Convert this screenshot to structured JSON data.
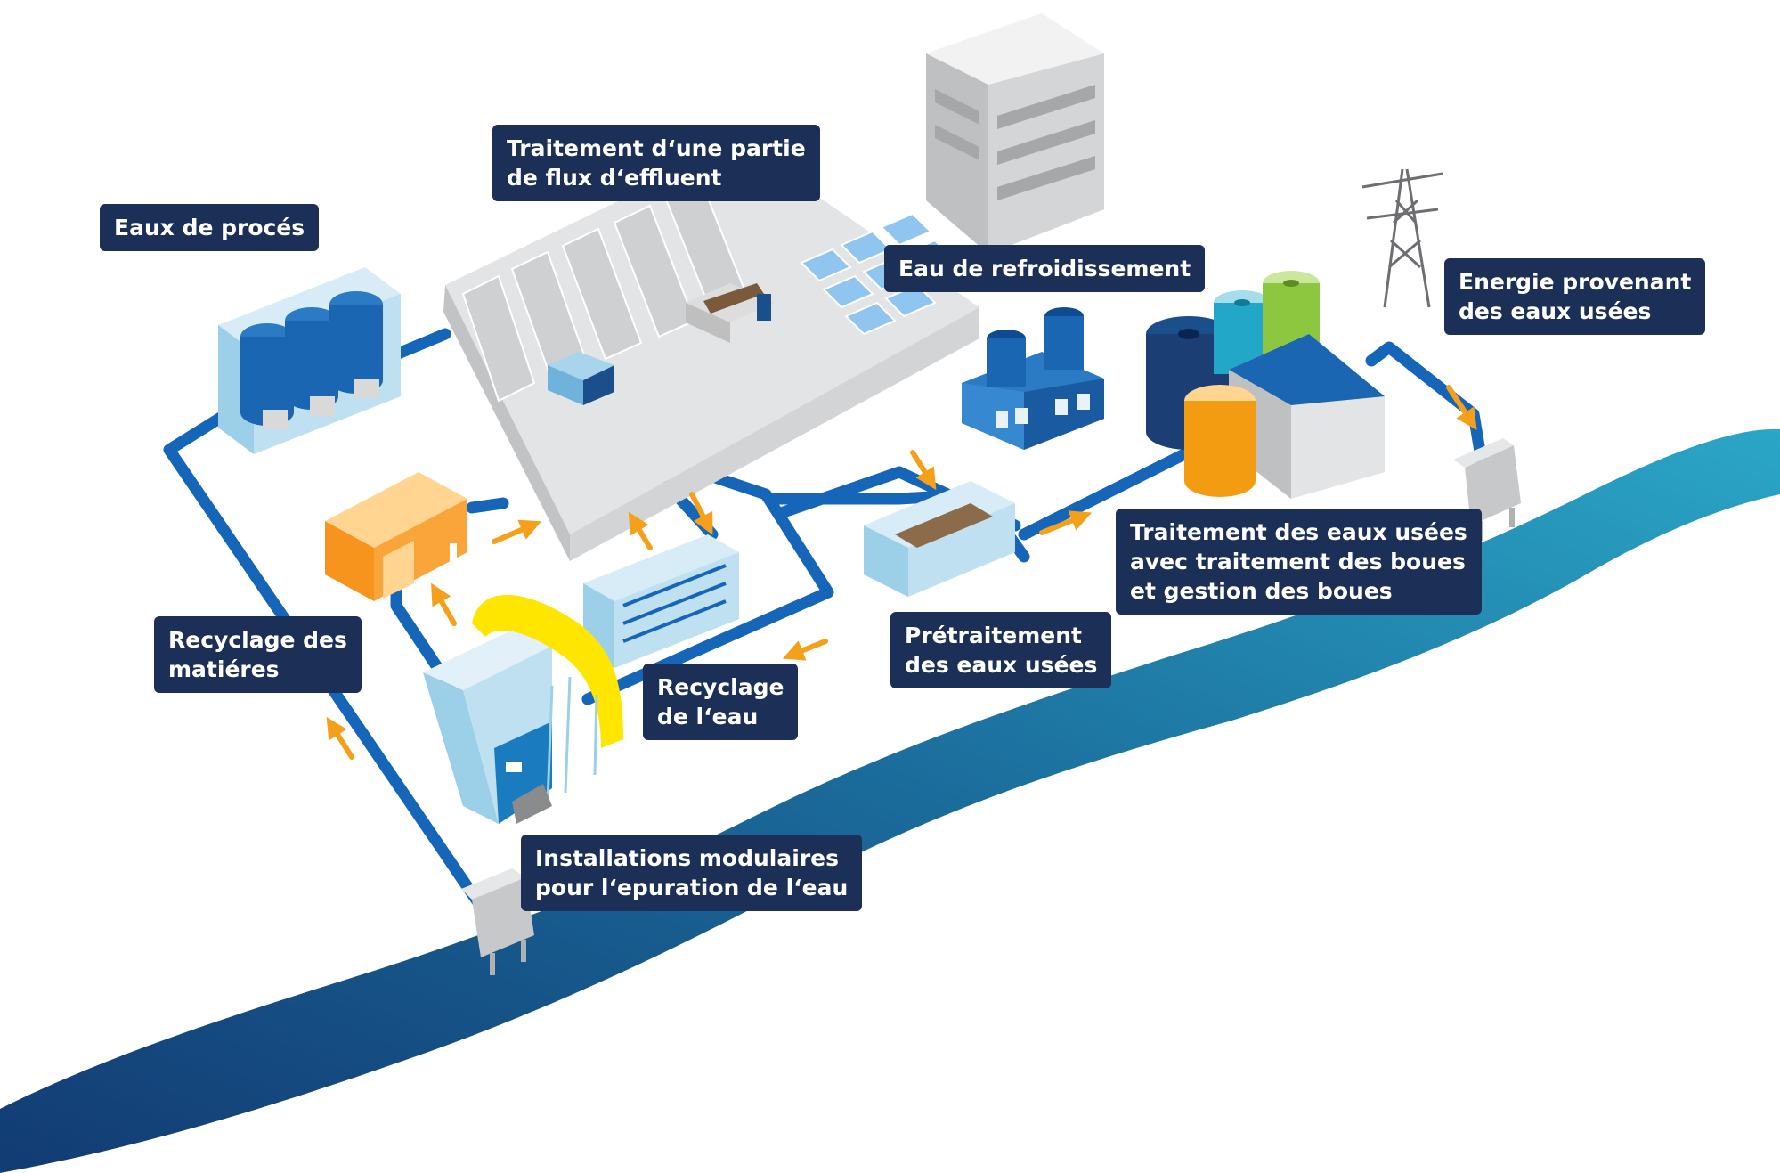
{
  "labels": {
    "process_water": [
      "Eaux de procés"
    ],
    "partial_effluent": [
      "Traitement d‘une partie",
      "de flux d‘effluent"
    ],
    "cooling_water": [
      "Eau de refroidissement"
    ],
    "wastewater_energy": [
      "Energie provenant",
      "des eaux usées"
    ],
    "material_recycling": [
      "Recyclage des",
      "matiéres"
    ],
    "water_recycling": [
      "Recyclage",
      "de l‘eau"
    ],
    "pretreatment": [
      "Prétraitement",
      "des eaux usées"
    ],
    "wastewater_sludge": [
      "Traitement des eaux usées",
      "avec traitement des boues",
      "et gestion des boues"
    ],
    "modular_plants": [
      "Installations modulaires",
      "pour l‘epuration de l‘eau"
    ]
  },
  "colors": {
    "label_bg": "#1b2f57",
    "pipe": "#1565b8",
    "arrow": "#f5a01a",
    "river_dark": "#123b73",
    "river_light": "#2ba6c6",
    "building_grey": "#d9dadc",
    "tank_blue": "#1a66b3",
    "tank_cyan": "#22a7c9",
    "tank_green": "#8dc63f",
    "tank_orange": "#f39c12",
    "cover_yellow": "#ffe600",
    "container_orange": "#f7941d"
  }
}
